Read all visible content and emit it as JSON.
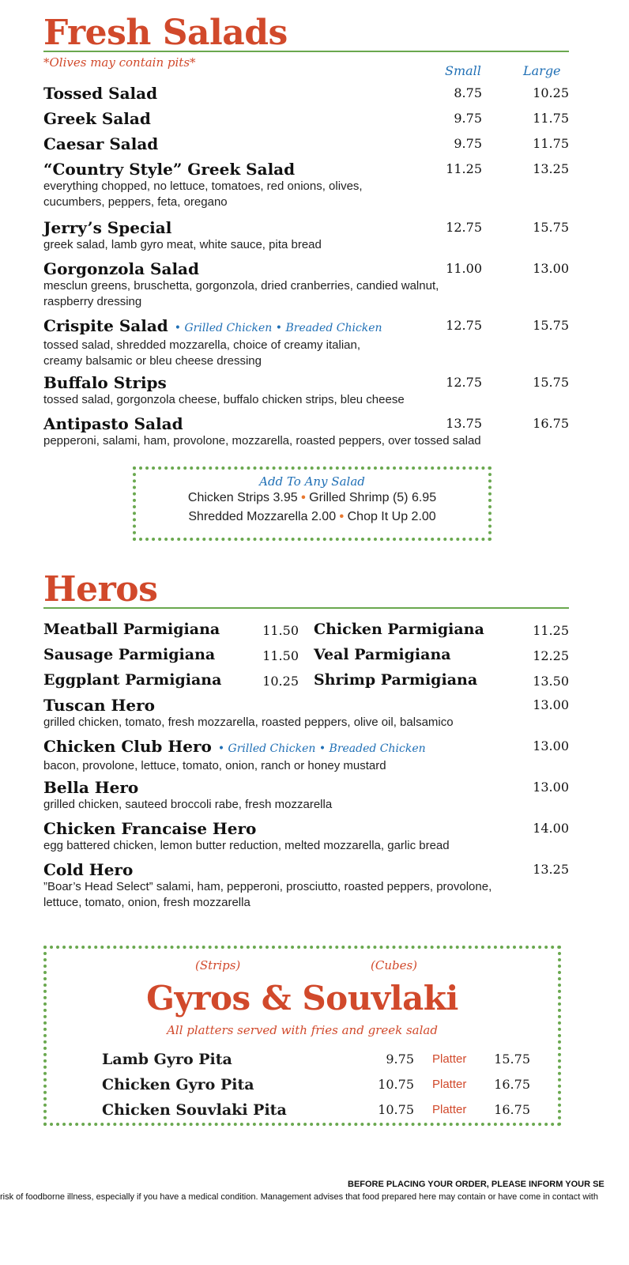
{
  "salads": {
    "title": "Fresh Salads",
    "note": "*Olives may contain pits*",
    "col_small": "Small",
    "col_large": "Large",
    "items": [
      {
        "name": "Tossed Salad",
        "options": "",
        "desc": "",
        "small": "8.75",
        "large": "10.25"
      },
      {
        "name": "Greek Salad",
        "options": "",
        "desc": "",
        "small": "9.75",
        "large": "11.75"
      },
      {
        "name": "Caesar Salad",
        "options": "",
        "desc": "",
        "small": "9.75",
        "large": "11.75"
      },
      {
        "name": "“Country Style” Greek Salad",
        "options": "",
        "desc": "everything chopped, no lettuce, tomatoes, red onions, olives, cucumbers, peppers, feta, oregano",
        "small": "11.25",
        "large": "13.25"
      },
      {
        "name": "Jerry’s Special",
        "options": "",
        "desc": "greek salad, lamb gyro meat, white sauce, pita bread",
        "small": "12.75",
        "large": "15.75"
      },
      {
        "name": "Gorgonzola Salad",
        "options": "",
        "desc": "mesclun greens, bruschetta, gorgonzola, dried cranberries, candied walnut, raspberry dressing",
        "small": "11.00",
        "large": "13.00"
      },
      {
        "name": "Crispite Salad",
        "options": "• Grilled Chicken • Breaded Chicken",
        "desc": "tossed salad, shredded mozzarella, choice of creamy italian, creamy balsamic or bleu cheese dressing",
        "small": "12.75",
        "large": "15.75"
      },
      {
        "name": "Buffalo Strips",
        "options": "",
        "desc": "tossed salad, gorgonzola cheese, buffalo chicken strips, bleu cheese",
        "small": "12.75",
        "large": "15.75"
      },
      {
        "name": "Antipasto Salad",
        "options": "",
        "desc": "pepperoni, salami, ham, provolone, mozzarella, roasted peppers, over tossed salad",
        "small": "13.75",
        "large": "16.75"
      }
    ],
    "addons": {
      "title": "Add To Any Salad",
      "a1": "Chicken Strips 3.95",
      "a2": "Grilled Shrimp (5) 6.95",
      "a3": "Shredded Mozzarella 2.00",
      "a4": "Chop It Up 2.00"
    }
  },
  "heros": {
    "title": "Heros",
    "grid": [
      {
        "left": "Meatball Parmigiana",
        "left_price": "11.50",
        "right": "Chicken Parmigiana",
        "right_price": "11.25"
      },
      {
        "left": "Sausage Parmigiana",
        "left_price": "11.50",
        "right": "Veal Parmigiana",
        "right_price": "12.25"
      },
      {
        "left": "Eggplant Parmigiana",
        "left_price": "10.25",
        "right": "Shrimp Parmigiana",
        "right_price": "13.50"
      }
    ],
    "items": [
      {
        "name": "Tuscan Hero",
        "options": "",
        "desc": "grilled chicken, tomato, fresh mozzarella, roasted peppers, olive oil, balsamico",
        "price": "13.00"
      },
      {
        "name": "Chicken Club Hero",
        "options": "• Grilled Chicken • Breaded Chicken",
        "desc": "bacon, provolone, lettuce, tomato, onion, ranch or honey mustard",
        "price": "13.00"
      },
      {
        "name": "Bella Hero",
        "options": "",
        "desc": "grilled chicken, sauteed broccoli rabe, fresh mozzarella",
        "price": "13.00"
      },
      {
        "name": "Chicken Francaise Hero",
        "options": "",
        "desc": "egg battered chicken, lemon butter reduction, melted mozzarella, garlic bread",
        "price": "14.00"
      },
      {
        "name": "Cold Hero",
        "options": "",
        "desc": "”Boar’s Head Select” salami, ham, pepperoni, prosciutto, roasted peppers, provolone, lettuce, tomato, onion, fresh mozzarella",
        "price": "13.25"
      }
    ]
  },
  "gyros": {
    "strips": "(Strips)",
    "cubes": "(Cubes)",
    "title": "Gyros & Souvlaki",
    "note": "All platters served with fries and greek salad",
    "items": [
      {
        "name": "Lamb Gyro Pita",
        "price": "9.75",
        "platter_label": "Platter",
        "platter_price": "15.75"
      },
      {
        "name": "Chicken Gyro Pita",
        "price": "10.75",
        "platter_label": "Platter",
        "platter_price": "16.75"
      },
      {
        "name": "Chicken Souvlaki Pita",
        "price": "10.75",
        "platter_label": "Platter",
        "platter_price": "16.75"
      }
    ]
  },
  "footer": {
    "line1": "BEFORE PLACING YOUR ORDER, PLEASE INFORM YOUR SE",
    "line2": "risk of foodborne illness, especially if you have a medical condition. Management advises that food prepared here may contain or have come in contact with"
  }
}
